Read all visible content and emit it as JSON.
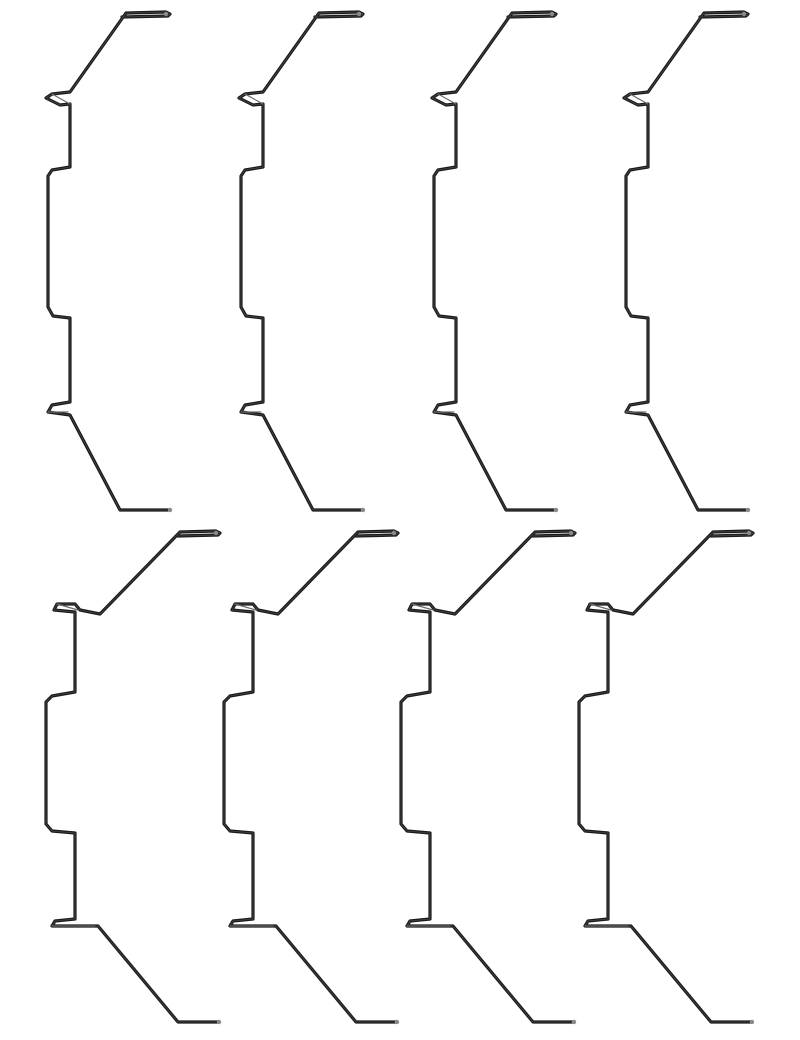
{
  "image": {
    "subject": "wire-brackets",
    "background_color": "#ffffff",
    "wire_color": "#1b1b1b",
    "wire_highlight_color": "#6a6a6a",
    "tip_color": "#8a8a8a",
    "rows": [
      {
        "variant": "steep-top-hook",
        "items": [
          "bracket",
          "bracket",
          "bracket",
          "bracket"
        ]
      },
      {
        "variant": "angled-top-hook",
        "items": [
          "bracket",
          "bracket",
          "bracket",
          "bracket"
        ]
      }
    ]
  }
}
